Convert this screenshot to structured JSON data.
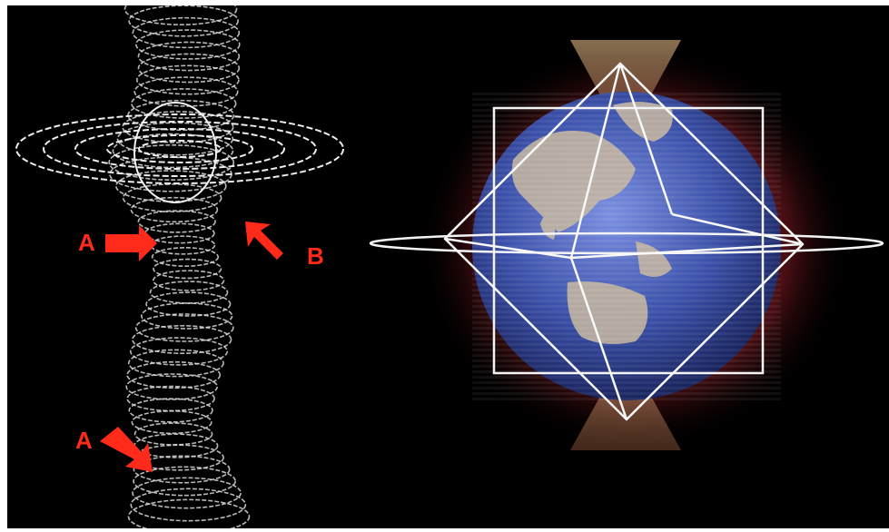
{
  "figure": {
    "left_panel": {
      "labels": {
        "upper_a": "A",
        "b": "B",
        "lower_a": "A"
      }
    },
    "right_panel": {}
  },
  "colors": {
    "background": "#000000",
    "wire": "#e8e8e8",
    "arrow": "#ff2a1a",
    "ocean": "#3a4fa8",
    "land": "#c9b9a0",
    "halo": "#6a1a22",
    "cone": "#c8a070"
  },
  "icons": {
    "arrow_a_upper": "right-arrow-icon",
    "arrow_b": "down-left-arrow-icon",
    "arrow_a_lower": "down-right-arrow-icon"
  }
}
